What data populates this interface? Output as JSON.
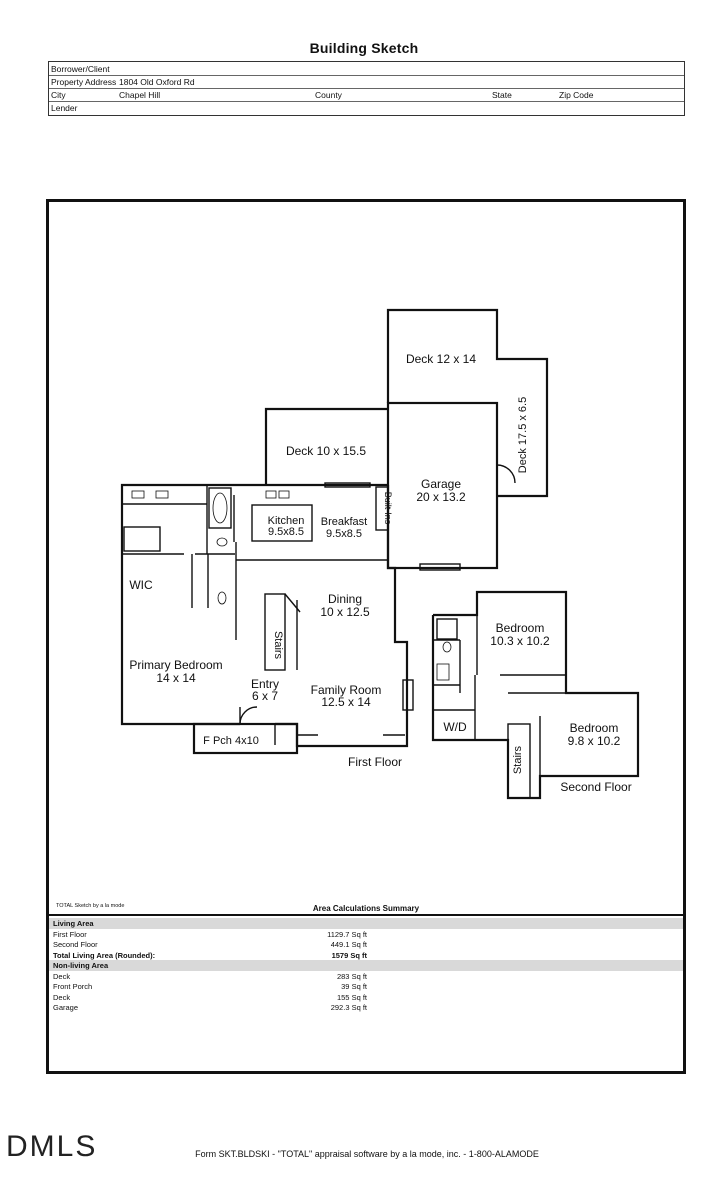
{
  "form_title": "Building Sketch",
  "header": {
    "borrower_label": "Borrower/Client",
    "borrower_value": "",
    "address_label": "Property Address",
    "address_value": "1804 Old Oxford Rd",
    "city_label": "City",
    "city_value": "Chapel Hill",
    "county_label": "County",
    "state_label": "State",
    "zip_label": "Zip Code",
    "lender_label": "Lender"
  },
  "sketch": {
    "rooms": {
      "deck_12x14": "Deck 12 x 14",
      "deck_10x155": "Deck 10 x 15.5",
      "deck_175x65": "Deck 17.5 x 6.5",
      "garage_name": "Garage",
      "garage_dim": "20 x 13.2",
      "builtins": "Built-Ins",
      "kitchen_name": "Kitchen",
      "kitchen_dim": "9.5x8.5",
      "breakfast_name": "Breakfast",
      "breakfast_dim": "9.5x8.5",
      "wic": "WIC",
      "dining_name": "Dining",
      "dining_dim": "10 x 12.5",
      "stairs1": "Stairs",
      "primary_name": "Primary Bedroom",
      "primary_dim": "14 x 14",
      "entry_name": "Entry",
      "entry_dim": "6 x 7",
      "family_name": "Family Room",
      "family_dim": "12.5 x 14",
      "fpch": "F Pch 4x10",
      "first_floor": "First Floor",
      "bed1_name": "Bedroom",
      "bed1_dim": "10.3 x 10.2",
      "wd": "W/D",
      "stairs2": "Stairs",
      "bed2_name": "Bedroom",
      "bed2_dim": "9.8 x 10.2",
      "second_floor": "Second Floor"
    }
  },
  "summary": {
    "credit": "TOTAL Sketch by a la mode",
    "title": "Area Calculations Summary",
    "living_header": "Living Area",
    "first_floor_label": "First Floor",
    "first_floor_value": "1129.7 Sq ft",
    "second_floor_label": "Second Floor",
    "second_floor_value": "449.1 Sq ft",
    "total_label": "Total Living Area (Rounded):",
    "total_value": "1579 Sq ft",
    "nonliving_header": "Non-living Area",
    "deck1_label": "Deck",
    "deck1_value": "283 Sq ft",
    "porch_label": "Front Porch",
    "porch_value": "39 Sq ft",
    "deck2_label": "Deck",
    "deck2_value": "155 Sq ft",
    "garage_label": "Garage",
    "garage_value": "292.3 Sq ft"
  },
  "footer": "Form SKT.BLDSKI - \"TOTAL\" appraisal software by a la mode, inc. - 1-800-ALAMODE",
  "logo": "DMLS"
}
